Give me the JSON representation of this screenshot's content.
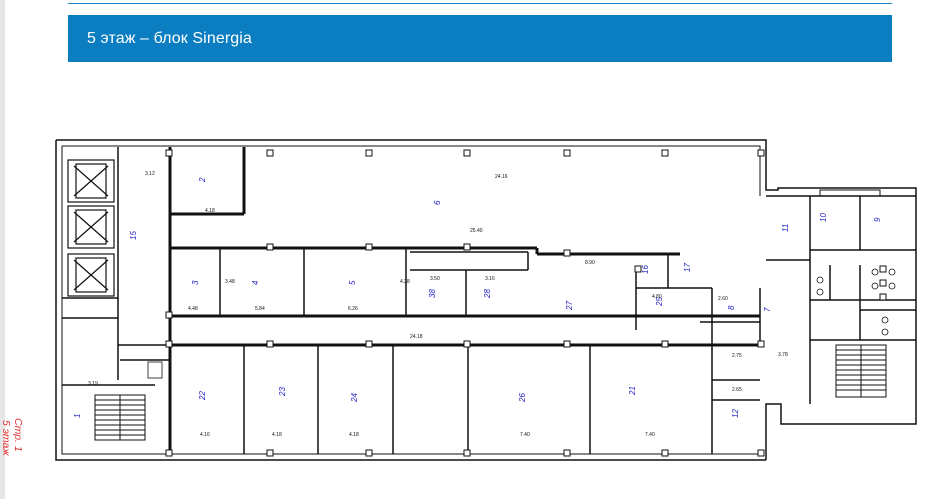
{
  "header": {
    "title": "5 этаж – блок Sinergia"
  },
  "annotation": {
    "line1": "Стр. 1",
    "line2": "5 этаж"
  },
  "colors": {
    "header_bg": "#0b7ec1",
    "rule": "#1b84c6",
    "wall": "#111111",
    "room_label": "#2020c8",
    "annotation": "#e03030"
  },
  "plan": {
    "room_labels": [
      "6",
      "15",
      "3",
      "5",
      "4",
      "2",
      "38",
      "28",
      "27",
      "16",
      "25",
      "21",
      "22",
      "23",
      "24",
      "26",
      "17",
      "8",
      "7",
      "12",
      "11",
      "10",
      "9",
      "1"
    ],
    "dims": [
      "4.18",
      "24.16",
      "25.40",
      "4.48",
      "3.12",
      "3.48",
      "4.28",
      "5.84",
      "6.26",
      "3.50",
      "3.16",
      "8.90",
      "4.80",
      "24.18",
      "4.16",
      "4.18",
      "4.18",
      "7.40",
      "7.40",
      "2.75",
      "2.65",
      "2.60",
      "3.78",
      "3.19"
    ]
  }
}
